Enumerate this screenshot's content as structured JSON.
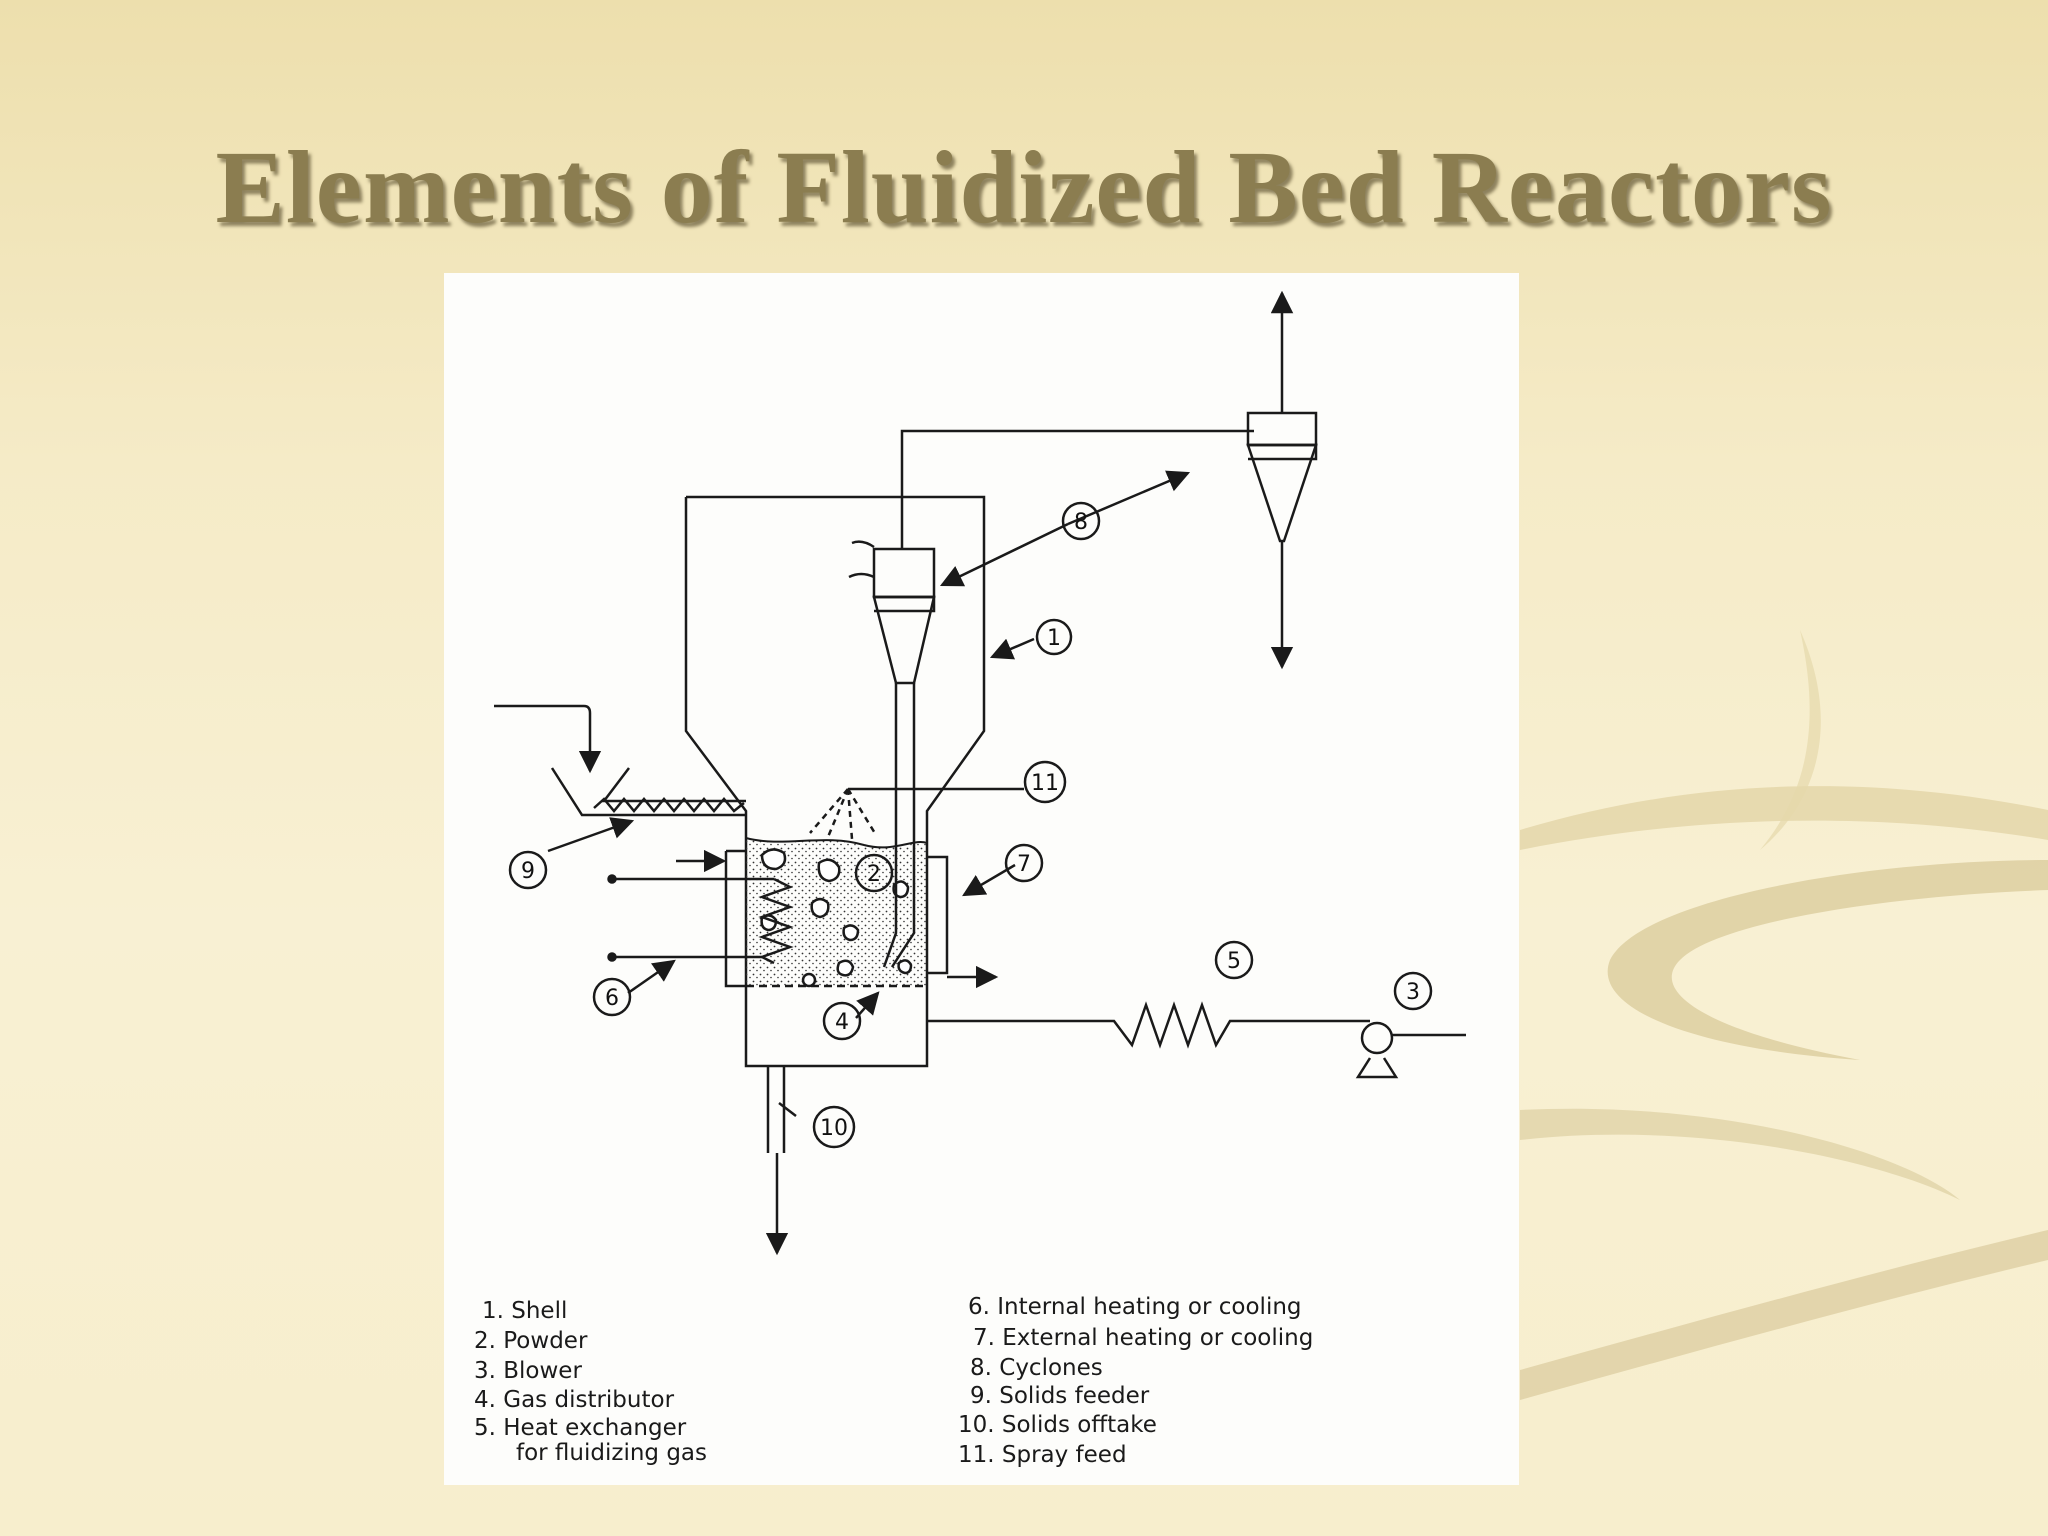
{
  "slide": {
    "title": "Elements of Fluidized Bed Reactors"
  },
  "diagram": {
    "callouts": [
      "1",
      "2",
      "3",
      "4",
      "5",
      "6",
      "7",
      "8",
      "9",
      "10",
      "11"
    ],
    "legend_left": [
      "1. Shell",
      "2. Powder",
      "3. Blower",
      "4. Gas distributor",
      "5. Heat exchanger",
      "for fluidizing gas"
    ],
    "legend_right": [
      "6. Internal heating or cooling",
      "7. External heating or cooling",
      "8. Cyclones",
      "9. Solids feeder",
      "10. Solids offtake",
      "11. Spray feed"
    ]
  },
  "colors": {
    "background": "#f5ebc7",
    "title": "#8b7d50",
    "swoosh": "#d9c99a",
    "panel": "#fdfdfb"
  }
}
